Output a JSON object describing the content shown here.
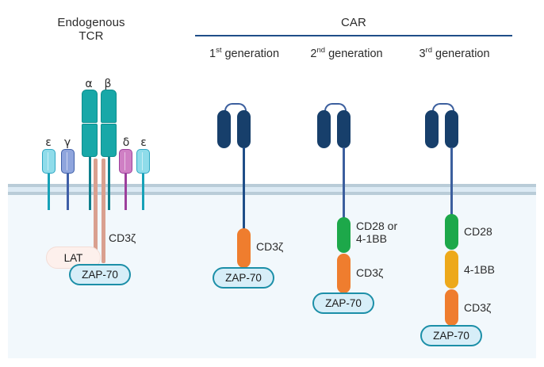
{
  "headings": {
    "tcr_title": "Endogenous\nTCR",
    "car_title": "CAR",
    "generations": [
      {
        "ord": "1",
        "sup": "st",
        "rest": " generation"
      },
      {
        "ord": "2",
        "sup": "nd",
        "rest": " generation"
      },
      {
        "ord": "3",
        "sup": "rd",
        "rest": " generation"
      }
    ]
  },
  "tcr": {
    "chain_labels": {
      "epsilon_left": "ε",
      "gamma": "γ",
      "alpha": "α",
      "beta": "β",
      "delta": "δ",
      "epsilon_right": "ε"
    },
    "cd3zeta_label": "CD3ζ",
    "lat_label": "LAT",
    "zap70_label": "ZAP-70"
  },
  "car": {
    "gen1": {
      "domains": [
        {
          "name": "CD3ζ",
          "color": "#ef7d2e"
        }
      ],
      "zap70_label": "ZAP-70"
    },
    "gen2": {
      "domains": [
        {
          "name": "CD28 or\n4-1BB",
          "color": "#1da84a"
        },
        {
          "name": "CD3ζ",
          "color": "#ef7d2e"
        }
      ],
      "zap70_label": "ZAP-70"
    },
    "gen3": {
      "domains": [
        {
          "name": "CD28",
          "color": "#1da84a"
        },
        {
          "name": "4-1BB",
          "color": "#edا9a1b"
        },
        {
          "name": "CD3ζ",
          "color": "#ef7d2e"
        }
      ],
      "zap70_label": "ZAP-70"
    }
  },
  "colors": {
    "car_rule": "#1f4e88",
    "scfv": "#173f6b",
    "scfv_stem": "#3c5f9e",
    "gen1_stem": "#1f4e88",
    "tcr_teal": "#18a8a8",
    "cd3_epsilon": "#8fdcea",
    "cd3_gamma": "#8fa5dd",
    "cd3_delta": "#cf7fc4",
    "cd3zeta_chain": "#d9a08f",
    "cd28_green": "#1da84a",
    "bb_amber": "#eda91b",
    "cd3z_orange": "#ef7d2e",
    "membrane_edge": "#b9ccd8",
    "membrane_core": "#dceaf4",
    "cytoplasm": "#f2f8fc",
    "zap_fill": "#d7eef8",
    "zap_border": "#1c8fa8",
    "lat_fill": "#fdf0ec"
  }
}
